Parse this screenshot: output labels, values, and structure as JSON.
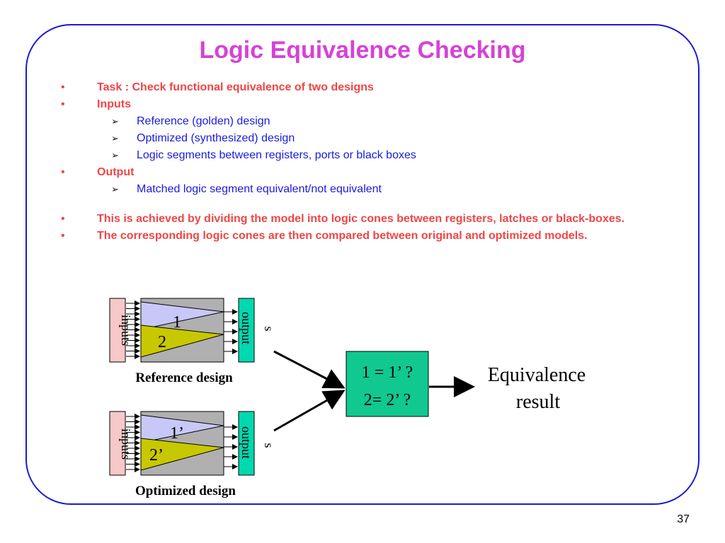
{
  "slide": {
    "title": "Logic Equivalence Checking",
    "page_number": "37"
  },
  "bullets": [
    {
      "level": 1,
      "text": "Task : Check functional equivalence of two designs"
    },
    {
      "level": 1,
      "text": "Inputs"
    },
    {
      "level": 2,
      "text": "Reference (golden) design"
    },
    {
      "level": 2,
      "text": "Optimized (synthesized) design"
    },
    {
      "level": 2,
      "text": "Logic segments between registers, ports or black boxes"
    },
    {
      "level": 1,
      "text": "Output"
    },
    {
      "level": 2,
      "text": "Matched logic segment equivalent/not equivalent"
    },
    {
      "level": 1,
      "text": "This is achieved by dividing the model into logic cones between registers, latches or black-boxes."
    },
    {
      "level": 1,
      "text": "The corresponding logic cones are then compared between original and optimized models."
    }
  ],
  "bullet_glyph": "•",
  "sub_bullet_glyph": "➢",
  "diagram": {
    "reference": {
      "inputs_label": "inputs",
      "outputs_label": "output",
      "outputs_suffix": "s",
      "cone1": "1",
      "cone2": "2",
      "caption": "Reference design"
    },
    "optimized": {
      "inputs_label": "inputs",
      "outputs_label": "output",
      "outputs_suffix": "s",
      "cone1": "1’",
      "cone2": "2’",
      "caption": "Optimized design"
    },
    "compare_line1": "1 = 1’ ?",
    "compare_line2": "2= 2’ ?",
    "result_line1": "Equivalence",
    "result_line2": "result"
  },
  "colors": {
    "title": "#d642d6",
    "level1": "#f04545",
    "level2": "#1a1ae0",
    "frame": "#1a1ad0",
    "inputs_fill": "#f8c8c8",
    "block_fill": "#b0b0b0",
    "cone1_fill": "#c8c8f8",
    "cone2_fill": "#c8c800",
    "output_fill": "#00d8b0",
    "compare_fill": "#10c890"
  }
}
